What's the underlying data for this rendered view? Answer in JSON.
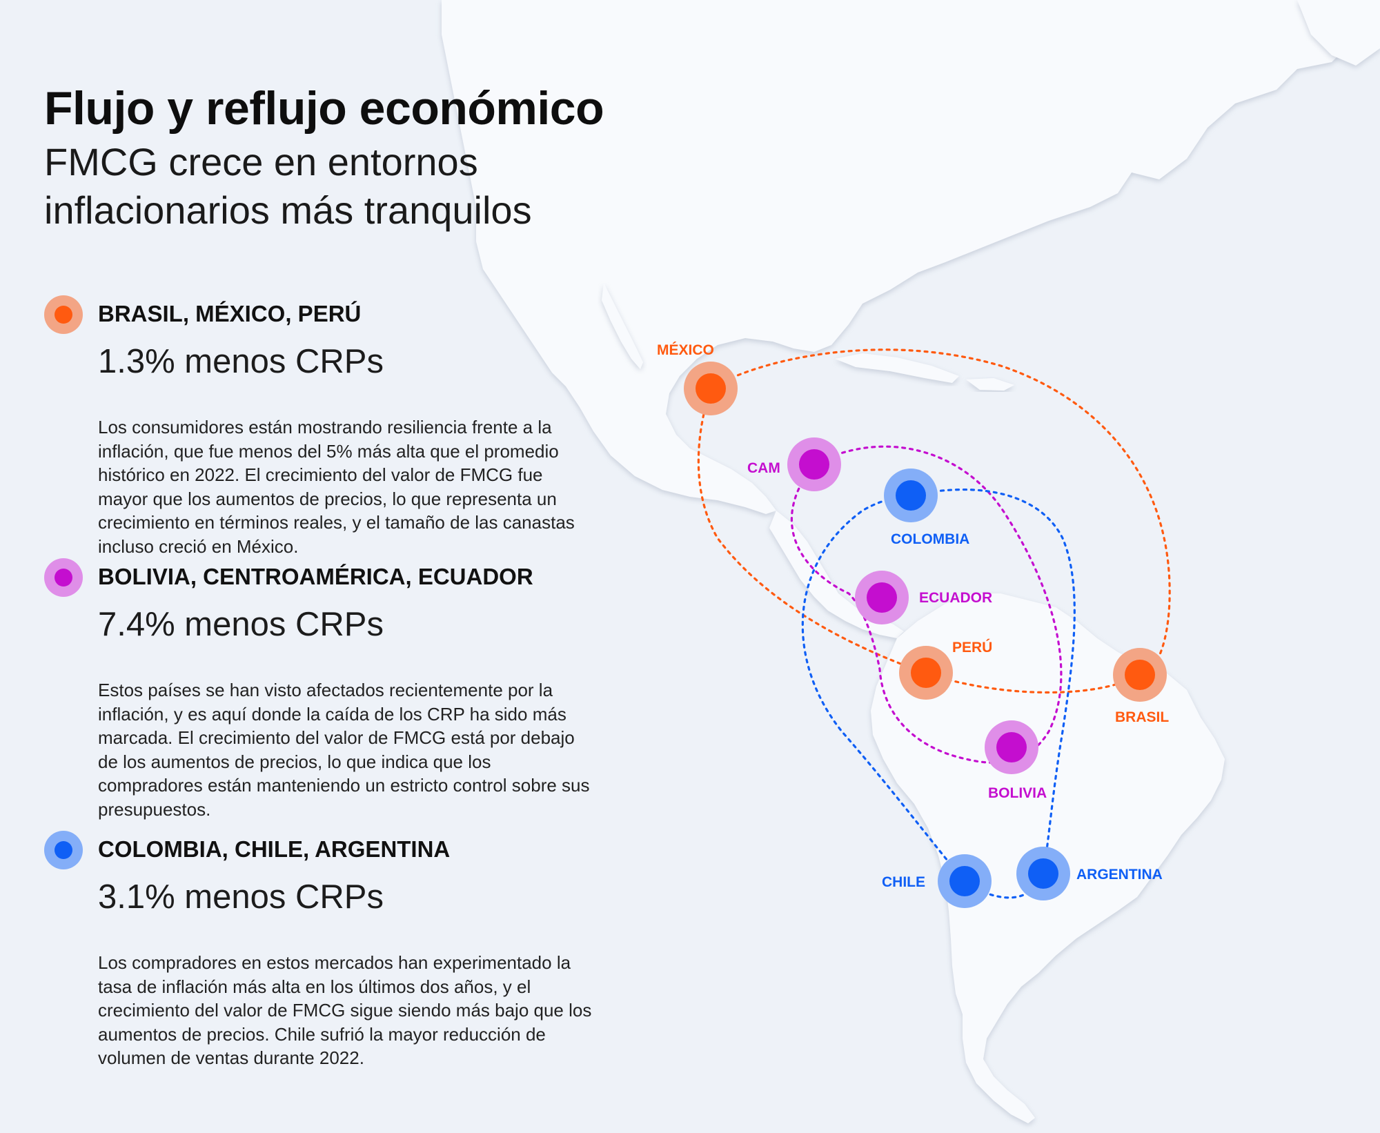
{
  "header": {
    "title": "Flujo y reflujo económico",
    "subtitle": "FMCG crece en entornos inflacionarios más tranquilos"
  },
  "colors": {
    "orange": "#ff5a10",
    "purple": "#c40ecf",
    "blue": "#0f5ff5",
    "map_land": "#f8fafd",
    "background": "#eef2f8"
  },
  "groups": [
    {
      "color": "orange",
      "title": "BRASIL, MÉXICO, PERÚ",
      "stat": "1.3% menos CRPs",
      "description": "Los consumidores están mostrando resiliencia frente a la inflación, que fue menos del 5% más alta que el promedio histórico en 2022. El crecimiento del valor de FMCG fue mayor que los aumentos de precios, lo que representa un crecimiento en términos reales, y el tamaño de las canastas incluso creció en México."
    },
    {
      "color": "purple",
      "title": "BOLIVIA, CENTROAMÉRICA, ECUADOR",
      "stat": "7.4% menos CRPs",
      "description": "Estos países se han visto afectados recientemente por la inflación, y es aquí donde la caída de los CRP ha sido más marcada. El crecimiento del valor de FMCG está por debajo de los aumentos de precios, lo que indica que los compradores están manteniendo un estricto control sobre sus presupuestos."
    },
    {
      "color": "blue",
      "title": "COLOMBIA, CHILE, ARGENTINA",
      "stat": "3.1% menos CRPs",
      "description": "Los compradores en estos mercados han experimentado la tasa de inflación más alta en los últimos dos años, y el crecimiento del valor de FMCG sigue siendo más bajo que los aumentos de precios. Chile sufrió la mayor reducción de volumen de ventas durante 2022."
    }
  ],
  "markers": {
    "mexico": "MÉXICO",
    "cam": "CAM",
    "colombia": "COLOMBIA",
    "ecuador": "ECUADOR",
    "peru": "PERÚ",
    "brasil": "BRASIL",
    "bolivia": "BOLIVIA",
    "chile": "CHILE",
    "argentina": "ARGENTINA"
  }
}
